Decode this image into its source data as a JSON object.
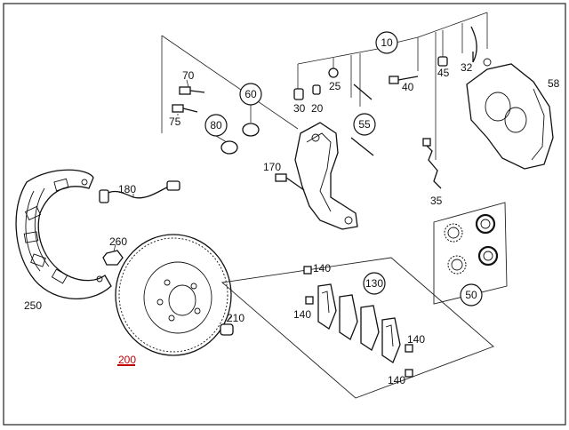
{
  "diagram": {
    "highlight_color": "#c00000",
    "labels": {
      "p10": "10",
      "p20": "20",
      "p25": "25",
      "p30": "30",
      "p32": "32",
      "p35": "35",
      "p40": "40",
      "p45": "45",
      "p50": "50",
      "p55": "55",
      "p58": "58",
      "p60": "60",
      "p70": "70",
      "p75": "75",
      "p80": "80",
      "p130": "130",
      "p140a": "140",
      "p140b": "140",
      "p140c": "140",
      "p140d": "140",
      "p170": "170",
      "p180": "180",
      "p200": "200",
      "p210": "210",
      "p250": "250",
      "p260": "260"
    }
  }
}
